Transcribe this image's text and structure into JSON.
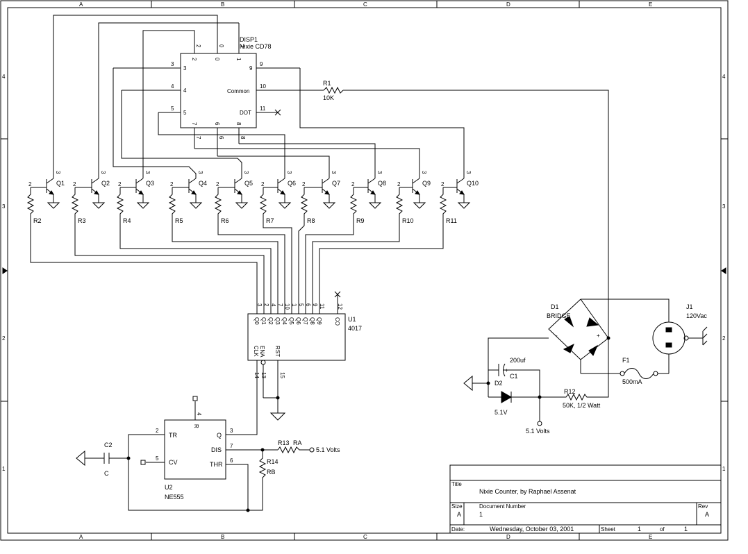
{
  "frame": {
    "zones_top": [
      "A",
      "B",
      "C",
      "D",
      "E"
    ],
    "zones_bottom": [
      "A",
      "B",
      "C",
      "D",
      "E"
    ],
    "rows_left": [
      "4",
      "3",
      "2",
      "1"
    ],
    "rows_right": [
      "4",
      "3",
      "2",
      "1"
    ]
  },
  "disp1": {
    "ref": "DISP1",
    "part": "Nixie CD78",
    "common": "Common",
    "dot": "DOT",
    "pins": {
      "p0": "0",
      "p1": "1",
      "p2": "2",
      "p3": "3",
      "p4": "4",
      "p5": "5",
      "p6": "6",
      "p7": "7",
      "p8": "8",
      "p9": "9",
      "p10": "10",
      "p11": "11"
    }
  },
  "r1": {
    "ref": "R1",
    "value": "10K"
  },
  "transistors": [
    {
      "ref": "Q1",
      "res": "R2"
    },
    {
      "ref": "Q2",
      "res": "R3"
    },
    {
      "ref": "Q3",
      "res": "R4"
    },
    {
      "ref": "Q4",
      "res": "R5"
    },
    {
      "ref": "Q5",
      "res": "R6"
    },
    {
      "ref": "Q6",
      "res": "R7"
    },
    {
      "ref": "Q7",
      "res": "R8"
    },
    {
      "ref": "Q8",
      "res": "R9"
    },
    {
      "ref": "Q9",
      "res": "R10"
    },
    {
      "ref": "Q10",
      "res": "R11"
    }
  ],
  "tpins": {
    "b": "2",
    "c": "3"
  },
  "u1": {
    "ref": "U1",
    "part": "4017",
    "outputs": [
      "Q0",
      "Q1",
      "Q2",
      "Q3",
      "Q4",
      "Q5",
      "Q6",
      "Q7",
      "Q8",
      "Q9",
      "CO"
    ],
    "outpins": [
      "3",
      "2",
      "4",
      "7",
      "10",
      "1",
      "5",
      "6",
      "9",
      "11",
      "12"
    ],
    "clk": "CLK",
    "ena": "ENA",
    "rst": "RST",
    "p14": "14",
    "p13": "13",
    "p15": "15"
  },
  "u2": {
    "ref": "U2",
    "part": "NE555",
    "tr": "TR",
    "cv": "CV",
    "q": "Q",
    "dis": "DIS",
    "thr": "THR",
    "r": "R",
    "p2": "2",
    "p5": "5",
    "p3": "3",
    "p7": "7",
    "p6": "6",
    "p4": "4"
  },
  "c2": {
    "ref": "C2",
    "value": "C"
  },
  "r13": {
    "ref": "R13",
    "value": "RA"
  },
  "r14": {
    "ref": "R14",
    "value": "RB"
  },
  "v51_a": "5.1 Volts",
  "v51_b": "5.1 Volts",
  "d1": {
    "ref": "D1",
    "value": "BRIDGE"
  },
  "j1": {
    "ref": "J1",
    "value": "120Vac"
  },
  "f1": {
    "ref": "F1",
    "value": "500mA"
  },
  "c1": {
    "ref": "C1",
    "value": "200uf",
    "plus": "+"
  },
  "d2": {
    "ref": "D2",
    "value": "5.1V"
  },
  "r12": {
    "ref": "R12",
    "value": "50K, 1/2 Watt"
  },
  "bridge_plus": "+",
  "bridge_minus": "-",
  "title_block": {
    "title_label": "Title",
    "title": "Nixie Counter, by Raphael Assenat",
    "size_label": "Size",
    "size": "A",
    "doc_label": "Document Number",
    "doc": "1",
    "rev_label": "Rev",
    "rev": "A",
    "date_label": "Date:",
    "date": "Wednesday, October 03, 2001",
    "sheet_label": "Sheet",
    "sheet": "1",
    "of_label": "of",
    "of": "1"
  }
}
